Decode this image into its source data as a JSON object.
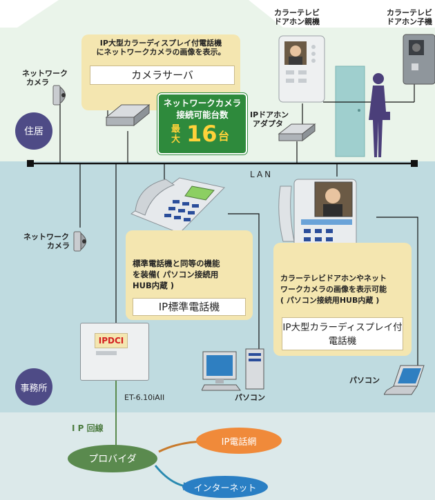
{
  "house": {
    "badge": "住居",
    "monitor_label_1": "カラーテレビ",
    "monitor_label_2": "ドアホン親機",
    "sub_label_1": "カラーテレビ",
    "sub_label_2": "ドアホン子機",
    "camera_label_1": "ネットワーク",
    "camera_label_2": "カメラ",
    "note_line_1": "IP大型カラーディスプレイ付電話機",
    "note_line_2": "にネットワークカメラの画像を表示。",
    "server_box": "カメラサーバ",
    "count_line_1": "ネットワークカメラ",
    "count_line_2": "接続可能台数",
    "count_pre_1": "最",
    "count_pre_2": "大",
    "count_num": "16",
    "count_unit": "台",
    "adapter_1": "IPドアホン",
    "adapter_2": "アダプタ"
  },
  "lan_label": "LAN",
  "office": {
    "badge": "事務所",
    "camera_label_1": "ネットワーク",
    "camera_label_2": "カメラ",
    "std_note_1": "標準電話機と同等の機能",
    "std_note_2": "を装備( パソコン接続用",
    "std_note_3": "HUB内蔵 )",
    "std_box": "IP標準電話機",
    "color_note_1": "カラーテレビドアホンやネット",
    "color_note_2": "ワークカメラの画像を表示可能",
    "color_note_3": "( パソコン接続用HUB内蔵 )",
    "color_box_1": "IP大型カラーディスプレイ付",
    "color_box_2": "電話機",
    "pbx_label": "IPDCI",
    "pbx_model": "ET-6.10iAII",
    "pc_label_1": "パソコン",
    "pc_label_2": "パソコン"
  },
  "wan": {
    "line_label": "I P 回線",
    "provider": "プロバイダ",
    "ip_phone_net": "IP電話網",
    "internet": "インターネット"
  },
  "colors": {
    "house_bg": "#eaf4ea",
    "office_bg": "#bfdbe0",
    "lower_bg": "#dce9ea",
    "badge": "#4e4b86",
    "note_bg": "#f4e6b0",
    "count_box": "#2e8a3c",
    "count_num": "#ffd23a",
    "provider": "#5a8a4e",
    "ip_net": "#f08a3a",
    "internet": "#2a7fc4"
  }
}
